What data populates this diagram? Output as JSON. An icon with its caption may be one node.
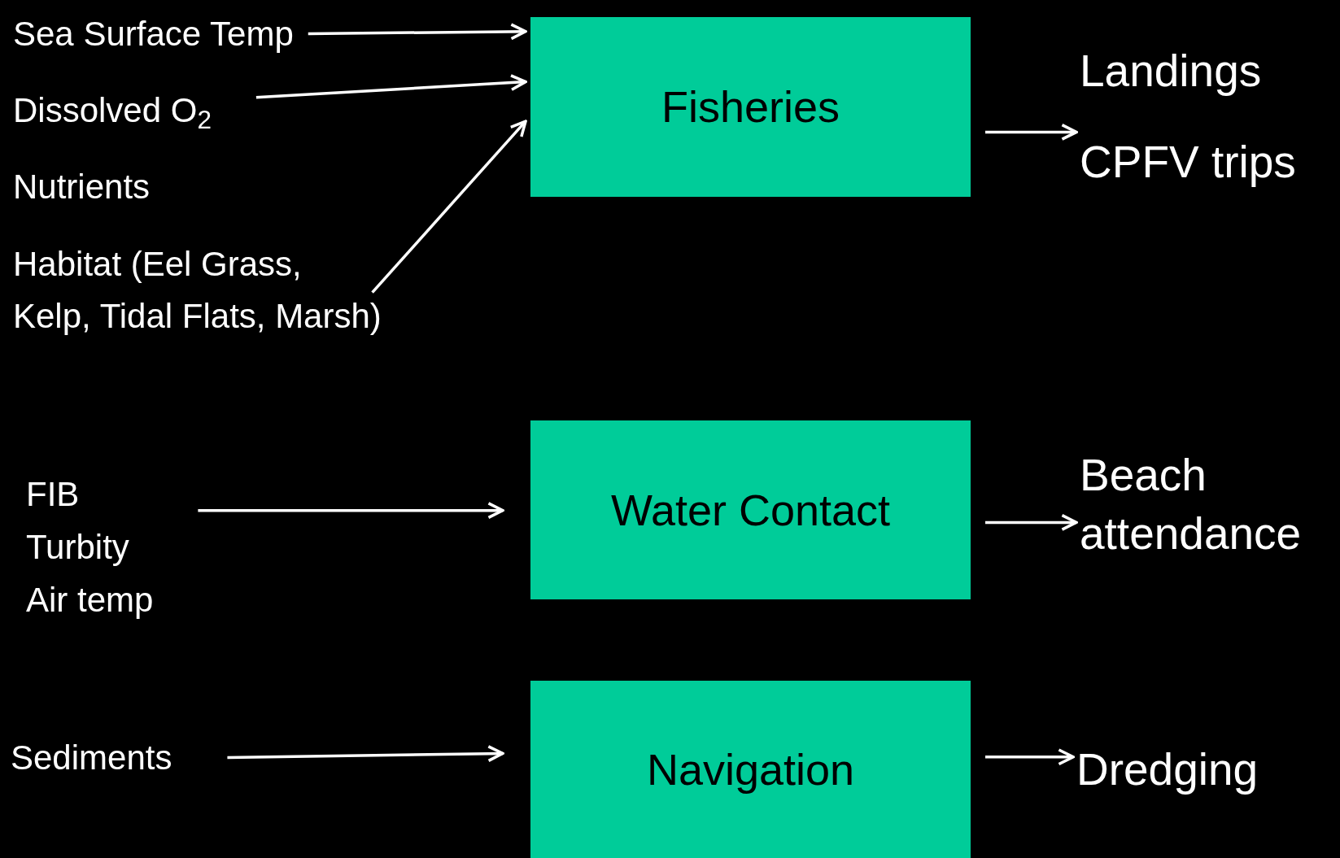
{
  "diagram": {
    "nodes": [
      {
        "text": [
          "Sea Surface Temp"
        ]
      },
      {
        "text": [
          "Dissolved O$_{2}$"
        ]
      },
      {
        "text": [
          "Habitat (Eel Grass, Kelp, Tidal Flats, Marsh)"
        ]
      },
      {
        "text": [
          "Fisheries"
        ]
      },
      {
        "text": [
          "Landings",
          "CPFV trips"
        ]
      },
      {
        "text": [
          "FIB",
          "Turbity",
          "Air temp"
        ]
      },
      {
        "text": [
          "Water Contact"
        ]
      },
      {
        "text": [
          "Beach attendance"
        ]
      },
      {
        "text": [
          "Sediments"
        ]
      },
      {
        "text": [
          "Navigation"
        ]
      },
      {
        "text": [
          "Dredging"
        ]
      }
    ],
    "edges": [
      {
        "from": 0,
        "to": 3,
        "arrow": "to"
      },
      {
        "from": 1,
        "to": 3,
        "arrow": "to"
      },
      {
        "from": 2,
        "to": 3,
        "arrow": "to"
      },
      {
        "from": 3,
        "to": 4,
        "arrow": "to"
      },
      {
        "from": 5,
        "to": 6,
        "arrow": "to"
      },
      {
        "from": 6,
        "to": 7,
        "arrow": "to"
      },
      {
        "from": 8,
        "to": 9,
        "arrow": "to"
      },
      {
        "from": 9,
        "to": 10,
        "arrow": "to"
      }
    ],
    "labels": [
      "Nutrients"
    ]
  }
}
